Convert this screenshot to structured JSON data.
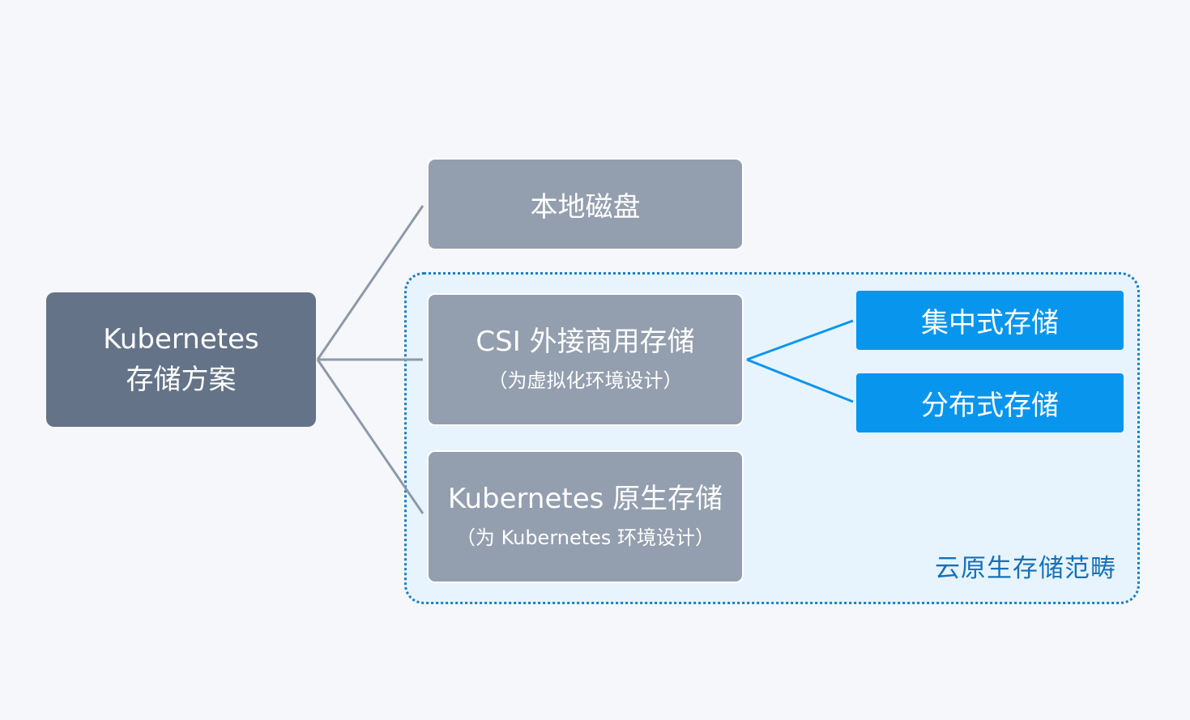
{
  "diagram": {
    "root": {
      "line1": "Kubernetes",
      "line2": "存储方案"
    },
    "local_disk": {
      "label": "本地磁盘"
    },
    "csi": {
      "title": "CSI 外接商用存储",
      "subtitle": "（为虚拟化环境设计）"
    },
    "native": {
      "title": "Kubernetes 原生存储",
      "subtitle": "（为 Kubernetes 环境设计）"
    },
    "centralized": {
      "label": "集中式存储"
    },
    "distributed": {
      "label": "分布式存储"
    },
    "region": {
      "label": "云原生存储范畴"
    }
  },
  "colors": {
    "background": "#f5f7fa",
    "root_node": "#647387",
    "mid_node": "#939eae",
    "leaf_node": "#0895ee",
    "region_border": "#1a7fc4",
    "region_fill": "#e7f4fd",
    "connector_gray": "#8e99a8",
    "connector_blue": "#0895ee"
  }
}
